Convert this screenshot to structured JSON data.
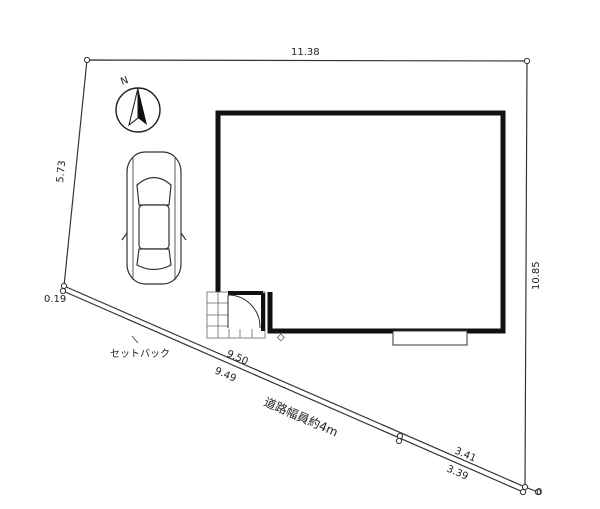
{
  "lot": {
    "top_edge": "11.38",
    "left_edge": "5.73",
    "right_edge": "10.85",
    "left_offset": "0.19",
    "right_offset": "0"
  },
  "setback": {
    "label": "セットバック",
    "upper_length_1": "9.50",
    "lower_length_1": "9.49",
    "upper_length_2": "3.41",
    "lower_length_2": "3.39"
  },
  "road": {
    "label": "道路幅員約4m"
  },
  "compass": {
    "north_label": "N",
    "icon": "north-arrow-icon"
  },
  "parking": {
    "icon": "car-icon"
  }
}
